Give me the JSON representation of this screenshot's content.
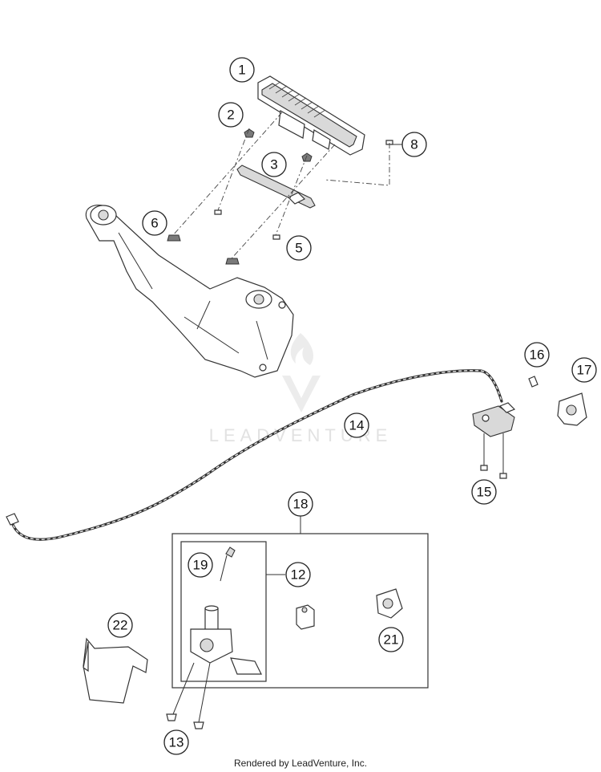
{
  "footer": {
    "credit": "Rendered by LeadVenture, Inc."
  },
  "watermark": {
    "text": "LEADVENTURE"
  },
  "callouts": [
    {
      "id": "1",
      "label": "1"
    },
    {
      "id": "2",
      "label": "2"
    },
    {
      "id": "3",
      "label": "3"
    },
    {
      "id": "5",
      "label": "5"
    },
    {
      "id": "6",
      "label": "6"
    },
    {
      "id": "8",
      "label": "8"
    },
    {
      "id": "12",
      "label": "12"
    },
    {
      "id": "13",
      "label": "13"
    },
    {
      "id": "14",
      "label": "14"
    },
    {
      "id": "15",
      "label": "15"
    },
    {
      "id": "16",
      "label": "16"
    },
    {
      "id": "17",
      "label": "17"
    },
    {
      "id": "18",
      "label": "18"
    },
    {
      "id": "19",
      "label": "19"
    },
    {
      "id": "21",
      "label": "21"
    },
    {
      "id": "22",
      "label": "22"
    }
  ],
  "colors": {
    "line": "#333333",
    "background": "#ffffff",
    "watermark": "#e2e2e2"
  }
}
